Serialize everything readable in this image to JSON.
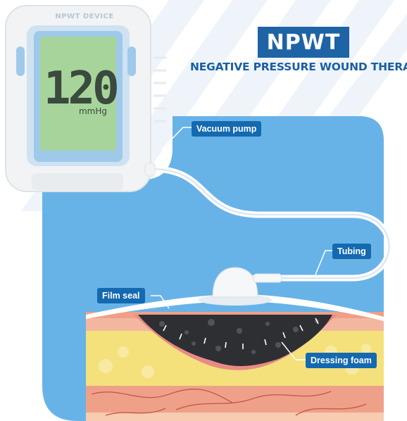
{
  "title": "NPWT",
  "subtitle": "NEGATIVE PRESSURE WOUND THERAPY",
  "device": {
    "label": "NPWT DEVICE",
    "reading": "120",
    "unit": "mmHg"
  },
  "callouts": {
    "vacuum_pump": "Vacuum pump",
    "tubing": "Tubing",
    "film_seal": "Film seal",
    "dressing_foam": "Dressing foam"
  },
  "colors": {
    "accent": "#1e63a5",
    "background_panel": "#67b3e8",
    "screen": "#a7d49a",
    "foam": "#2d2f33",
    "fat_layer": "#f4e17b",
    "tissue": "#eeaa8b"
  }
}
